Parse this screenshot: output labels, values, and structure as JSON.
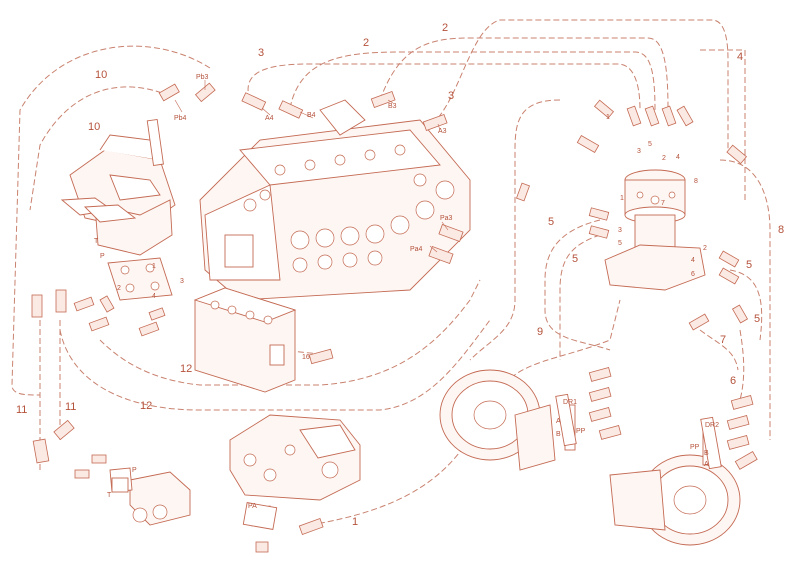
{
  "diagram": {
    "colors": {
      "line": "#c9826f",
      "part": "#c46a53",
      "text": "#b5523b"
    },
    "hose_labels": [
      {
        "key": "h1a",
        "text": "1"
      },
      {
        "key": "h2a",
        "text": "2"
      },
      {
        "key": "h2b",
        "text": "2"
      },
      {
        "key": "h3a",
        "text": "3"
      },
      {
        "key": "h3b",
        "text": "3"
      },
      {
        "key": "h4",
        "text": "4"
      },
      {
        "key": "h5a",
        "text": "5"
      },
      {
        "key": "h5b",
        "text": "5"
      },
      {
        "key": "h5c",
        "text": "5"
      },
      {
        "key": "h5d",
        "text": "5"
      },
      {
        "key": "h6",
        "text": "6"
      },
      {
        "key": "h7",
        "text": "7"
      },
      {
        "key": "h8",
        "text": "8"
      },
      {
        "key": "h9",
        "text": "9"
      },
      {
        "key": "h10a",
        "text": "10"
      },
      {
        "key": "h10b",
        "text": "10"
      },
      {
        "key": "h11a",
        "text": "11"
      },
      {
        "key": "h11b",
        "text": "11"
      },
      {
        "key": "h12a",
        "text": "12"
      },
      {
        "key": "h12b",
        "text": "12"
      },
      {
        "key": "h16",
        "text": "16"
      }
    ],
    "port_labels": [
      {
        "key": "pb3",
        "text": "Pb3"
      },
      {
        "key": "pb4",
        "text": "Pb4"
      },
      {
        "key": "a4",
        "text": "A4"
      },
      {
        "key": "b4",
        "text": "B4"
      },
      {
        "key": "b3",
        "text": "B3"
      },
      {
        "key": "a3",
        "text": "A3"
      },
      {
        "key": "pa3",
        "text": "Pa3"
      },
      {
        "key": "pa4",
        "text": "Pa4"
      },
      {
        "key": "pa",
        "text": "PA"
      },
      {
        "key": "dr1",
        "text": "DR1"
      },
      {
        "key": "dr2",
        "text": "DR2"
      },
      {
        "key": "pp1",
        "text": "PP"
      },
      {
        "key": "pp2",
        "text": "PP"
      },
      {
        "key": "pA1",
        "text": "A"
      },
      {
        "key": "pB1",
        "text": "B"
      },
      {
        "key": "pA2",
        "text": "A"
      },
      {
        "key": "pB2",
        "text": "B"
      },
      {
        "key": "pT1",
        "text": "T"
      },
      {
        "key": "pP1",
        "text": "P"
      },
      {
        "key": "pT2",
        "text": "T"
      },
      {
        "key": "pP2",
        "text": "P"
      }
    ],
    "joint_labels": [
      {
        "key": "j1",
        "text": "1"
      },
      {
        "key": "j2",
        "text": "2"
      },
      {
        "key": "j3",
        "text": "3"
      },
      {
        "key": "j4",
        "text": "4"
      },
      {
        "key": "j5",
        "text": "5"
      },
      {
        "key": "j6",
        "text": "6"
      },
      {
        "key": "j7",
        "text": "7"
      },
      {
        "key": "j8",
        "text": "8"
      },
      {
        "key": "pl1",
        "text": "1"
      },
      {
        "key": "pl2",
        "text": "2"
      },
      {
        "key": "pl3",
        "text": "3"
      },
      {
        "key": "pl4",
        "text": "4"
      },
      {
        "key": "s1",
        "text": "1"
      },
      {
        "key": "s2",
        "text": "2"
      },
      {
        "key": "s3",
        "text": "3"
      },
      {
        "key": "s4",
        "text": "4"
      },
      {
        "key": "s5",
        "text": "5"
      }
    ]
  }
}
